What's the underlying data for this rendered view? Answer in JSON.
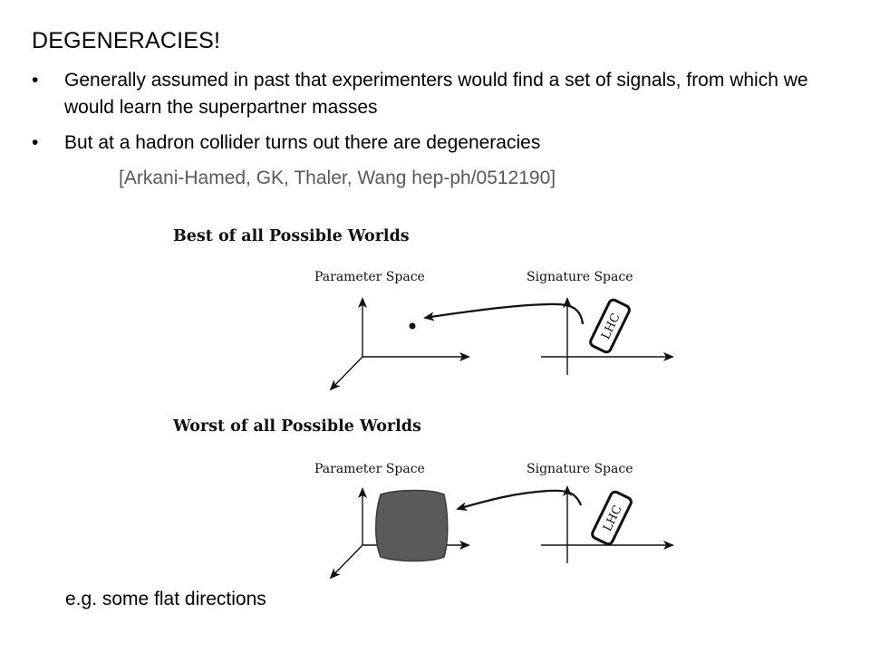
{
  "slide": {
    "title": "DEGENERACIES!",
    "bullet_marker": "•",
    "bullets": [
      "Generally assumed in past that experimenters would find a set of signals, from which we would learn the superpartner masses",
      "But at a hadron collider turns out there are degeneracies"
    ],
    "citation": "[Arkani-Hamed, GK, Thaler, Wang hep-ph/0512190]",
    "note": "e.g. some flat directions"
  },
  "figure": {
    "best": {
      "heading": "Best of all Possible Worlds",
      "param_label": "Parameter Space",
      "sig_label": "Signature Space",
      "tag": "LHC"
    },
    "worst": {
      "heading": "Worst of all Possible Worlds",
      "param_label": "Parameter Space",
      "sig_label": "Signature Space",
      "tag": "LHC"
    },
    "colors": {
      "ink": "#111111",
      "blob": "#5a5a5a",
      "citation": "#595959"
    }
  }
}
